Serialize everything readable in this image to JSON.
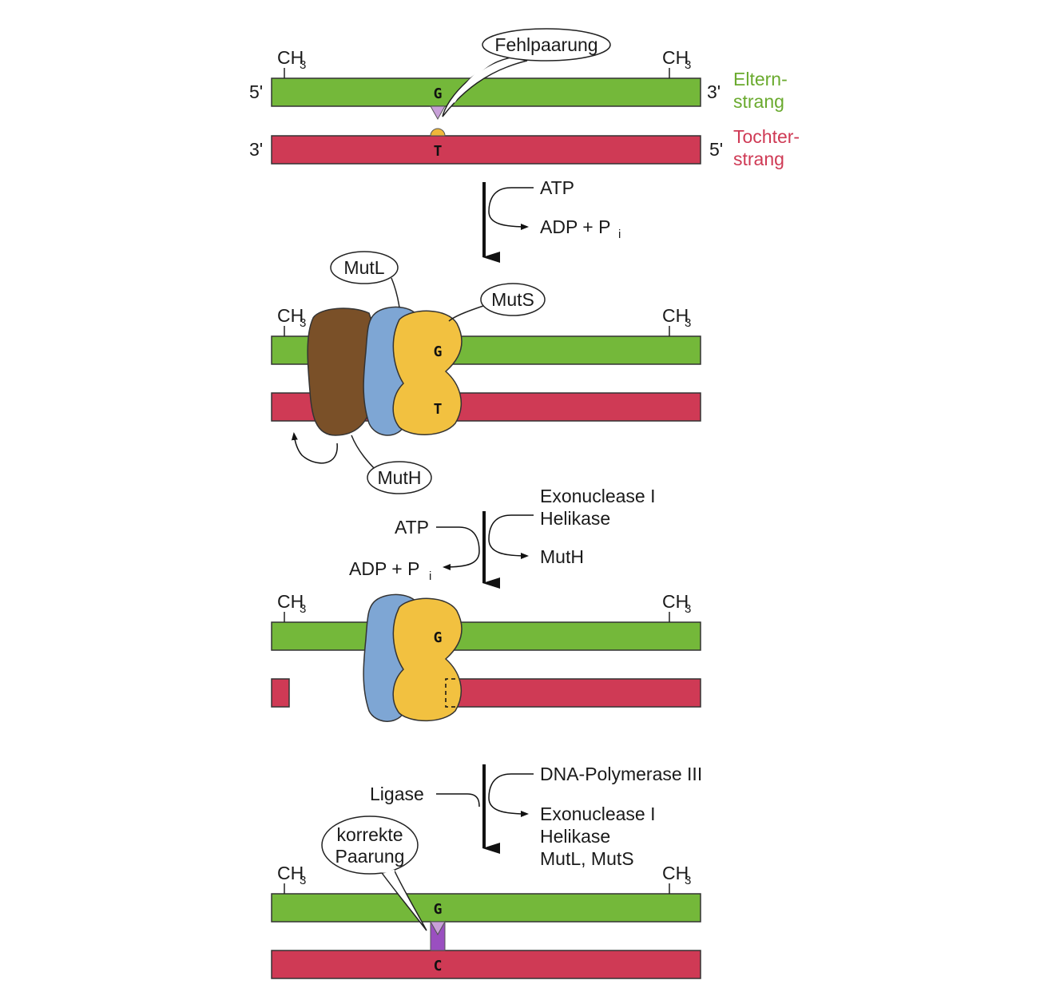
{
  "colors": {
    "parent_strand": "#74b83a",
    "daughter_strand": "#cf3a55",
    "muts": "#f2c140",
    "mutl": "#7ea6d4",
    "muth": "#7a5028",
    "mismatch_g": "#c8a0d8",
    "mismatch_t": "#f0b83a",
    "correct_pair": "#9a4fc0"
  },
  "methyl": {
    "text": "CH",
    "sub": "3"
  },
  "stage1": {
    "left_top": "5'",
    "right_top": "3'",
    "left_bottom": "3'",
    "right_bottom": "5'",
    "base_top": "G",
    "base_bottom": "T",
    "callout": "Fehlpaarung",
    "legend_parent_line1": "Eltern-",
    "legend_parent_line2": "strang",
    "legend_daughter_line1": "Tochter-",
    "legend_daughter_line2": "strang"
  },
  "step1": {
    "in_label": "ATP",
    "out_label": "ADP + P",
    "out_sub": "i"
  },
  "stage2": {
    "base_top": "G",
    "base_bottom": "T",
    "mutl_label": "MutL",
    "muts_label": "MutS",
    "muth_label": "MutH"
  },
  "step2": {
    "in_right_line1": "Exonuclease I",
    "in_right_line2": "Helikase",
    "out_right": "MutH",
    "in_left": "ATP",
    "out_left": "ADP + P",
    "out_left_sub": "i"
  },
  "stage3": {
    "base_top": "G"
  },
  "step3": {
    "in_right": "DNA-Polymerase III",
    "in_left": "Ligase",
    "out_right_line1": "Exonuclease I",
    "out_right_line2": "Helikase",
    "out_right_line3": "MutL, MutS"
  },
  "stage4": {
    "base_top": "G",
    "base_bottom": "C",
    "callout_line1": "korrekte",
    "callout_line2": "Paarung"
  }
}
